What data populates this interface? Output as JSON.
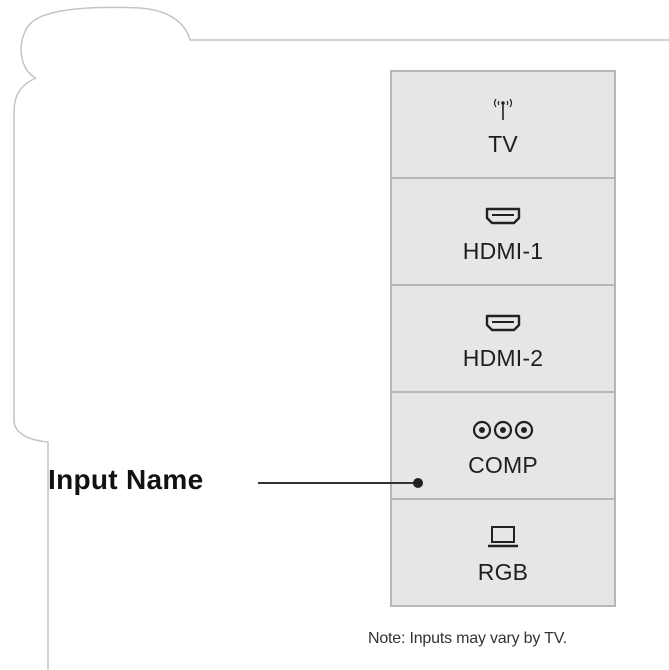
{
  "inputs": [
    {
      "label": "TV",
      "icon": "antenna-icon"
    },
    {
      "label": "HDMI-1",
      "icon": "hdmi-port-icon"
    },
    {
      "label": "HDMI-2",
      "icon": "hdmi-port-icon"
    },
    {
      "label": "COMP",
      "icon": "component-jacks-icon"
    },
    {
      "label": "RGB",
      "icon": "laptop-icon"
    }
  ],
  "callout": {
    "label": "Input Name",
    "target_input": "COMP"
  },
  "note": "Note: Inputs may vary by TV.",
  "colors": {
    "cell_background": "#e6e6e6",
    "cell_border": "#b7b7b7",
    "outline": "#c4c4c4",
    "text": "#1f1f1f"
  }
}
